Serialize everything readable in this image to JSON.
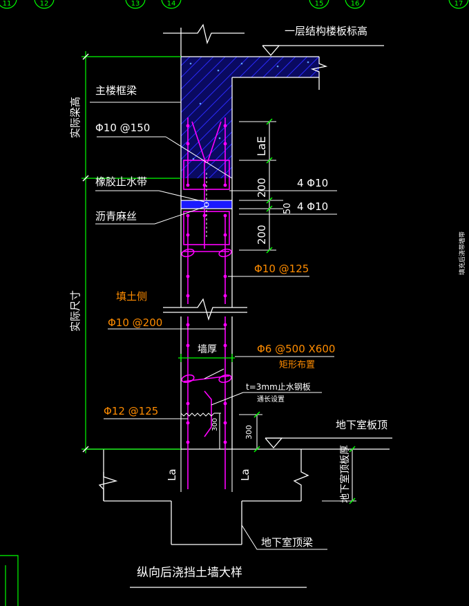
{
  "colors": {
    "background": "#000000",
    "white": "#ffffff",
    "green": "#00ff00",
    "red": "#ff3b3b",
    "magenta": "#ff00ff",
    "orange": "#ff8c00",
    "blue": "#1e1eff",
    "cyan": "#00ffff",
    "hatch": "#2a2aff"
  },
  "grid_labels": [
    "11",
    "12",
    "13",
    "14",
    "15",
    "16",
    "17"
  ],
  "labels": {
    "floor_slab_level": "一层结构楼板标高",
    "main_beam": "主楼框梁",
    "phi10_150": "Φ10 @150",
    "rubber_waterstop": "橡胶止水带",
    "asphalt_hemp": "沥青麻丝",
    "phi10_125": "Φ10 @125",
    "fill_side": "填土侧",
    "phi10_200": "Φ10 @200",
    "wall_thickness": "墙厚",
    "phi6_500x600": "Φ6 @500 X600",
    "rect_layout": "矩形布置",
    "steel_plate": "t=3mm止水钢板",
    "full_length": "通长设置",
    "phi12_125": "Φ12 @125",
    "basement_slab_top": "地下室板顶",
    "basement_top_beam": "地下室顶梁",
    "dim_lae": "LaE",
    "dim_200_top": "200",
    "dim_200_bottom": "200",
    "dim_50": "50",
    "bars_4phi10_top": "4 Φ10",
    "bars_4phi10_bottom": "4 Φ10",
    "dim_300_inner": "300",
    "dim_300_outer": "300",
    "la_left": "La",
    "la_right": "La",
    "actual_beam_height": "实际梁高",
    "actual_size": "实际尺寸",
    "basement_slab_thickness": "地下室顶板厚",
    "side_note": "填充后浇带墙带",
    "drawing_title": "纵向后浇挡土墙大样"
  }
}
